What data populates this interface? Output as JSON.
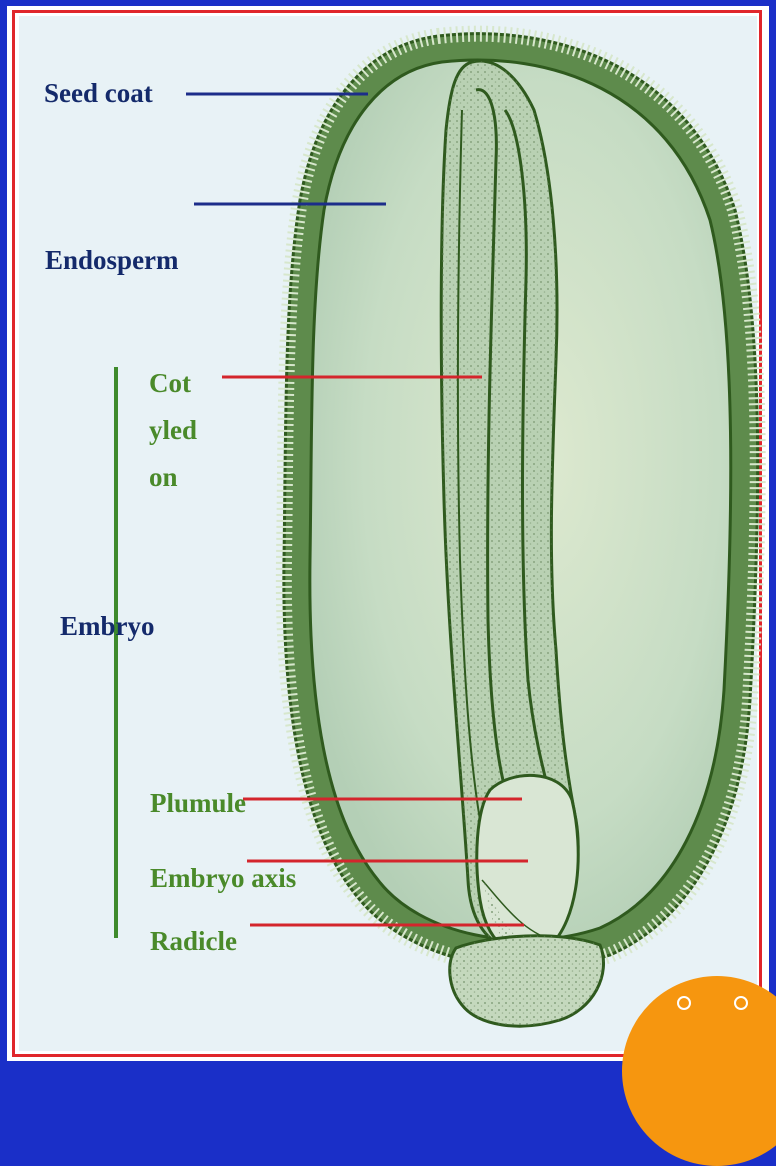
{
  "labels": {
    "seed_coat": "Seed coat",
    "endosperm": "Endosperm",
    "cotyledon_lines": [
      "Cot",
      "yled",
      "on"
    ],
    "embryo": "Embryo",
    "plumule": "Plumule",
    "embryo_axis": "Embryo axis",
    "radicle": "Radicle"
  },
  "colors": {
    "frame_blue": "#1a2fc8",
    "frame_red": "#e0262b",
    "navy_label": "#142a6b",
    "green_label": "#4a8a2a",
    "seed_green": "#2f5a1e",
    "endosperm_fill": "#c9dcc4",
    "pointer_red": "#d4252c",
    "pointer_navy": "#1c2d8a",
    "bracket_green": "#3e8a2c",
    "badge_orange": "#f6960f"
  },
  "icons": {
    "badge": "orange-circle-with-eyes"
  }
}
